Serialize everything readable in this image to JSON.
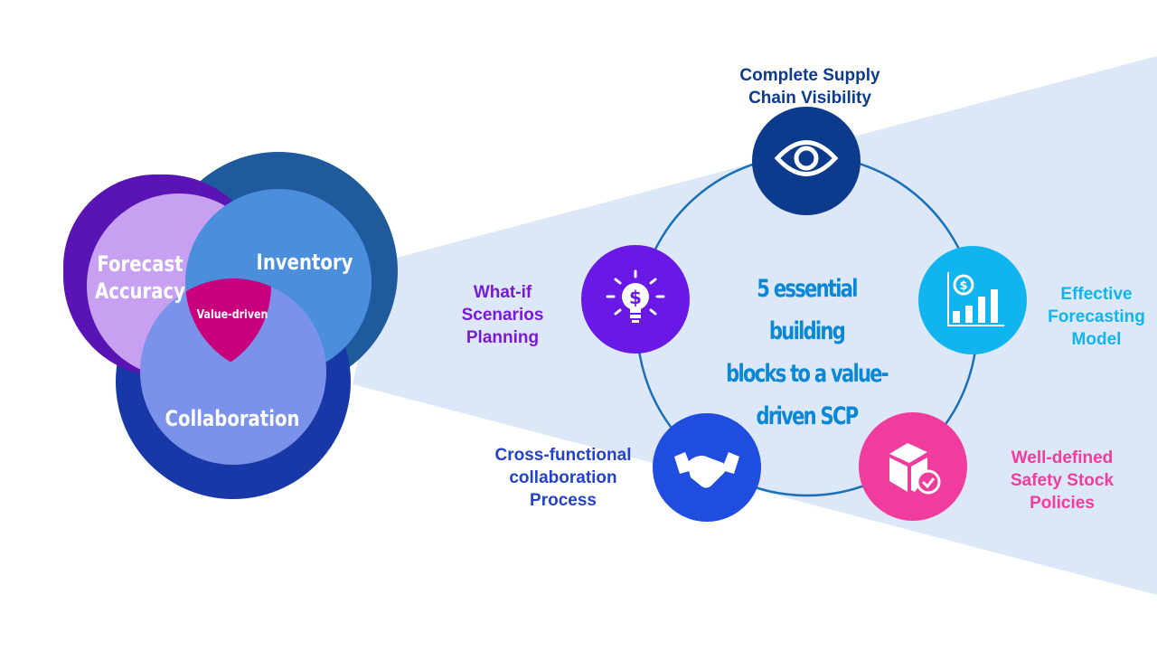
{
  "venn": {
    "circles": [
      {
        "id": "forecast",
        "label_lines": [
          "Forecast",
          "Accuracy"
        ],
        "outer_color": "#5a14b4",
        "inner_color": "#c8a0f2"
      },
      {
        "id": "inventory",
        "label_lines": [
          "Inventory"
        ],
        "outer_color": "#1f5a9c",
        "inner_color": "#4a8edc"
      },
      {
        "id": "collaboration",
        "label_lines": [
          "Collaboration"
        ],
        "outer_color": "#1838a8",
        "inner_color": "#7a92ea"
      }
    ],
    "center_label": "Value-driven",
    "center_color": "#c8007e"
  },
  "wedge_color": "#dce8f7",
  "ring_color": "#1a6fb8",
  "center_title": "5 essential building\nblocks to a value-\ndriven SCP",
  "center_title_color": "#0a87d6",
  "blocks": [
    {
      "id": "visibility",
      "label": "Complete Supply\nChain Visibility",
      "icon": "eye-icon",
      "color": "#0c3a8c",
      "text_color": "#0c3a8c"
    },
    {
      "id": "forecasting",
      "label": "Effective\nForecasting\nModel",
      "icon": "bar-chart-dollar-icon",
      "color": "#10b4ee",
      "text_color": "#10b4ee"
    },
    {
      "id": "safety-stock",
      "label": "Well-defined\nSafety Stock\nPolicies",
      "icon": "box-check-icon",
      "color": "#f03c9c",
      "text_color": "#f03c9c"
    },
    {
      "id": "collaboration",
      "label": "Cross-functional\ncollaboration\nProcess",
      "icon": "handshake-icon",
      "color": "#1e4ddf",
      "text_color": "#2342c8"
    },
    {
      "id": "what-if",
      "label": "What-if\nScenarios\nPlanning",
      "icon": "lightbulb-dollar-icon",
      "color": "#6a18e6",
      "text_color": "#7a18d8"
    }
  ]
}
